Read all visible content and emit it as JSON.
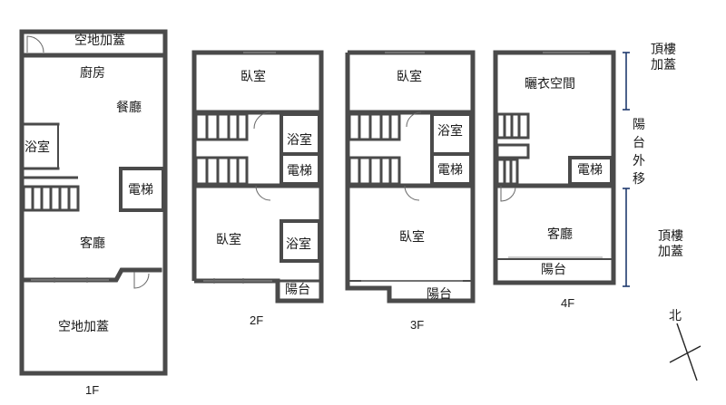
{
  "floor_1": {
    "floor_label": "1F",
    "rooms": {
      "front_extension": "空地加蓋",
      "kitchen": "廚房",
      "dining": "餐廳",
      "bathroom": "浴室",
      "elevator": "電梯",
      "living": "客廳",
      "rear_extension": "空地加蓋"
    }
  },
  "floor_2": {
    "floor_label": "2F",
    "rooms": {
      "bedroom_front": "臥室",
      "bathroom_front": "浴室",
      "elevator": "電梯",
      "bedroom_rear": "臥室",
      "bathroom_rear": "浴室",
      "balcony": "陽台"
    }
  },
  "floor_3": {
    "floor_label": "3F",
    "rooms": {
      "bedroom_front": "臥室",
      "bathroom": "浴室",
      "elevator": "電梯",
      "bedroom_rear": "臥室",
      "balcony": "陽台"
    }
  },
  "floor_4": {
    "floor_label": "4F",
    "rooms": {
      "drying_room": "曬衣空間",
      "elevator": "電梯",
      "living": "客廳",
      "balcony": "陽台"
    }
  },
  "annotations": {
    "rooftop_top": "頂樓加蓋",
    "balcony_moved": "陽台外移",
    "rooftop_bottom": "頂樓加蓋"
  },
  "compass": {
    "north_label": "北"
  },
  "colors": {
    "wall": "#4a4a4a",
    "line": "#333333",
    "marker": "#1f3a6e"
  }
}
